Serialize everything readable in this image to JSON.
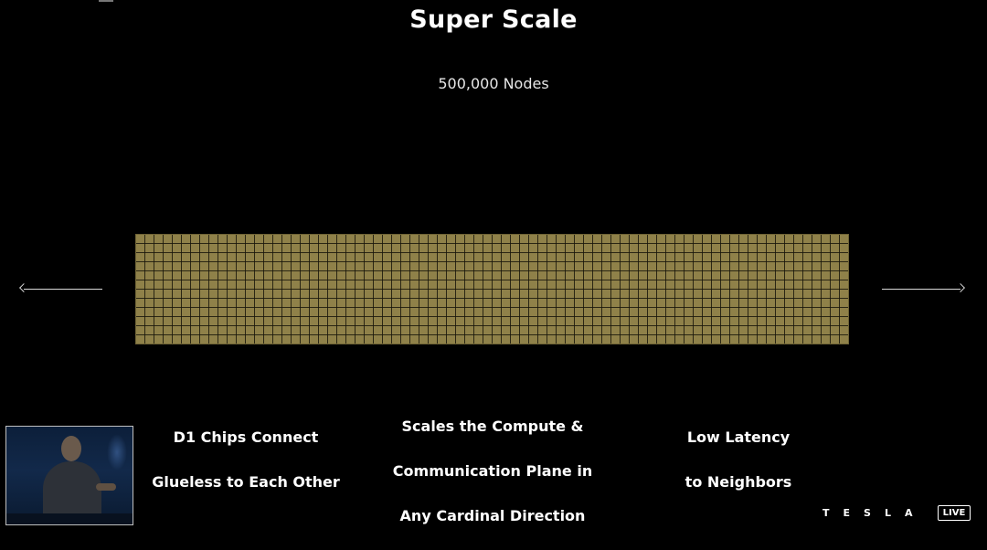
{
  "slide": {
    "title": "Super Scale",
    "subtitle": "500,000 Nodes"
  },
  "captions": [
    {
      "line1": "D1 Chips Connect",
      "line2": "Glueless to Each Other"
    },
    {
      "line1": "Scales the Compute &",
      "line2": "Communication Plane in",
      "line3": "Any Cardinal Direction"
    },
    {
      "line1": "Low Latency",
      "line2": "to Neighbors"
    }
  ],
  "grid": {
    "fill_color": "#8f8149",
    "line_color": "#19160a",
    "icon": "node-grid"
  },
  "arrows": {
    "left_icon": "arrow-left-icon",
    "right_icon": "arrow-right-icon"
  },
  "branding": {
    "wordmark": "TESLA",
    "live_label": "LIVE"
  },
  "presenter": {
    "icon": "presenter-video"
  }
}
